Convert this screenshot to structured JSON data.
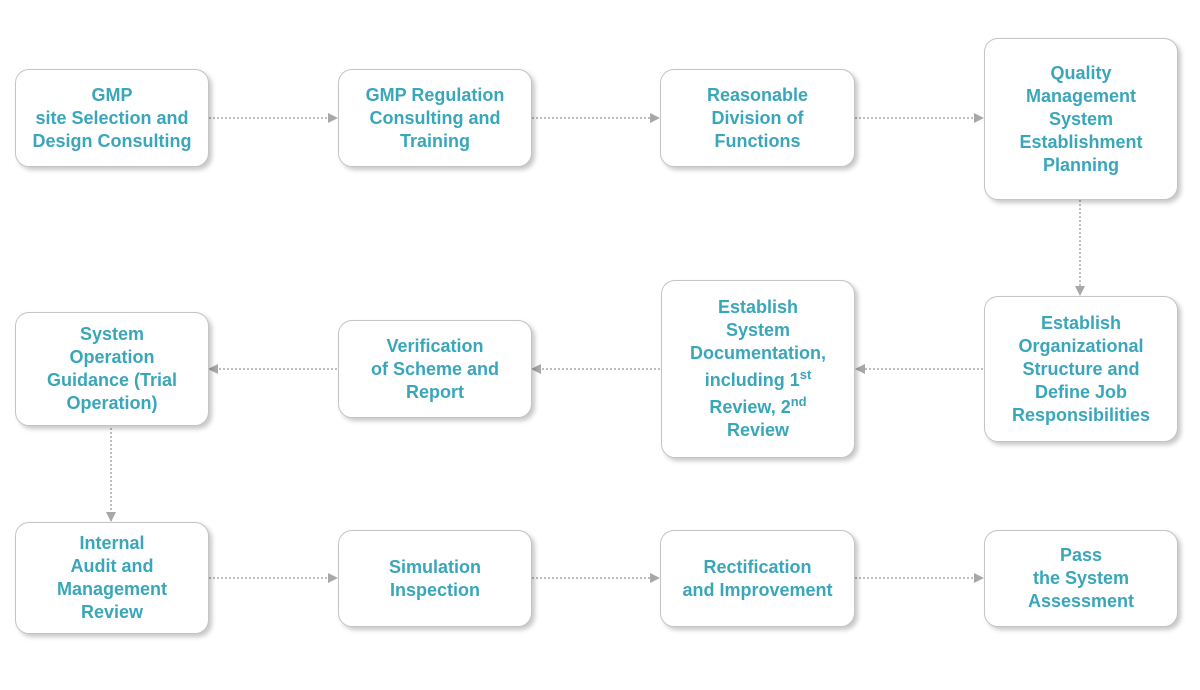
{
  "diagram": {
    "nodes": [
      {
        "id": "n1",
        "lines": [
          "GMP",
          "site Selection and",
          "Design Consulting"
        ]
      },
      {
        "id": "n2",
        "lines": [
          "GMP Regulation",
          "Consulting and",
          "Training"
        ]
      },
      {
        "id": "n3",
        "lines": [
          "Reasonable",
          "Division of",
          "Functions"
        ]
      },
      {
        "id": "n4",
        "lines": [
          "Quality",
          "Management",
          "System",
          "Establishment",
          "Planning"
        ]
      },
      {
        "id": "n5",
        "lines": [
          "Establish",
          "Organizational",
          "Structure and",
          "Define Job",
          "Responsibilities"
        ]
      },
      {
        "id": "n6",
        "lines": [
          "Establish",
          "System",
          "Documentation,"
        ],
        "review_line": {
          "prefix": "including 1",
          "sup1": "st",
          "mid": "Review, 2",
          "sup2": "nd",
          "suffix": "Review"
        }
      },
      {
        "id": "n7",
        "lines": [
          "Verification",
          "of Scheme and",
          "Report"
        ]
      },
      {
        "id": "n8",
        "lines": [
          "System",
          "Operation",
          "Guidance (Trial",
          "Operation)"
        ]
      },
      {
        "id": "n9",
        "lines": [
          "Internal",
          "Audit and",
          "Management",
          "Review"
        ]
      },
      {
        "id": "n10",
        "lines": [
          "Simulation",
          "Inspection"
        ]
      },
      {
        "id": "n11",
        "lines": [
          "Rectification",
          "and Improvement"
        ]
      },
      {
        "id": "n12",
        "lines": [
          "Pass",
          "the System",
          "Assessment"
        ]
      }
    ],
    "edges": [
      {
        "from": "n1",
        "to": "n2"
      },
      {
        "from": "n2",
        "to": "n3"
      },
      {
        "from": "n3",
        "to": "n4"
      },
      {
        "from": "n4",
        "to": "n5"
      },
      {
        "from": "n5",
        "to": "n6"
      },
      {
        "from": "n6",
        "to": "n7"
      },
      {
        "from": "n7",
        "to": "n8"
      },
      {
        "from": "n8",
        "to": "n9"
      },
      {
        "from": "n9",
        "to": "n10"
      },
      {
        "from": "n10",
        "to": "n11"
      },
      {
        "from": "n11",
        "to": "n12"
      }
    ],
    "colors": {
      "text": "#3aa6b9",
      "border": "#c4c4c4",
      "connector": "#a8a8a8"
    }
  }
}
